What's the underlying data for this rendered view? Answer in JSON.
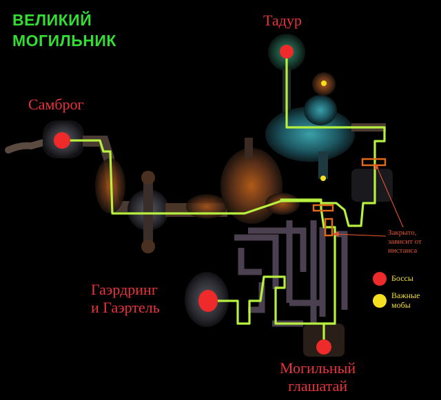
{
  "title": {
    "line1": "ВЕЛИКИЙ",
    "line2": "МОГИЛЬНИК"
  },
  "bosses": {
    "tadur": "Тадур",
    "sambrog": "Самброг",
    "gaerdring_line1": "Гаэрдринг",
    "gaerdring_line2": "и Гаэртель",
    "herald_line1": "Могильный",
    "herald_line2": "глашатай"
  },
  "annotation": {
    "line1": "Закрыто,",
    "line2": "зависит от",
    "line3": "инстанса"
  },
  "legend": {
    "bosses_label": "Боссы",
    "mobs_line1": "Важные",
    "mobs_line2": "мобы"
  },
  "colors": {
    "route": "#b8f040",
    "boss_marker": "#ee2a2a",
    "mob_marker": "#f4e020",
    "locked_door": "#e06a1a",
    "title": "#33dd33",
    "boss_label": "#e8343a"
  }
}
